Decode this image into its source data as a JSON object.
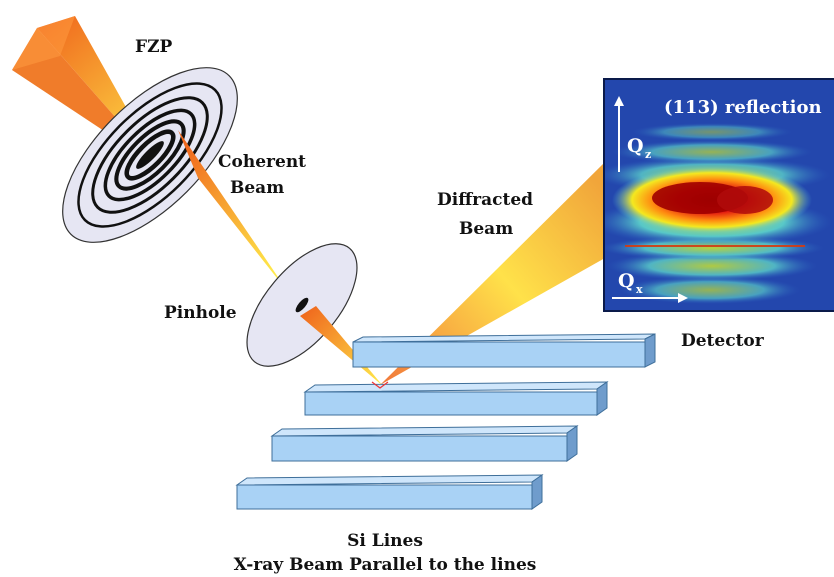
{
  "labels": {
    "fzp": "FZP",
    "coherent_beam_line1": "Coherent",
    "coherent_beam_line2": "Beam",
    "diffracted_beam_line1": "Diffracted",
    "diffracted_beam_line2": "Beam",
    "pinhole": "Pinhole",
    "detector": "Detector",
    "caption_line1": "Si Lines",
    "caption_line2": "X-ray Beam Parallel to the lines"
  },
  "detector_image": {
    "reflection": "(113) reflection",
    "axis_vertical": "Q",
    "axis_vertical_sub": "z",
    "axis_horizontal": "Q",
    "axis_horizontal_sub": "x"
  },
  "colors": {
    "beam_orange": "#f06a1e",
    "beam_yellow": "#fff25a",
    "si_line_fill": "#a9d2f5",
    "si_line_stroke": "#3f6f9a",
    "disk_fill": "#e6e6f3",
    "detector_bg": "#1f3fa3"
  }
}
